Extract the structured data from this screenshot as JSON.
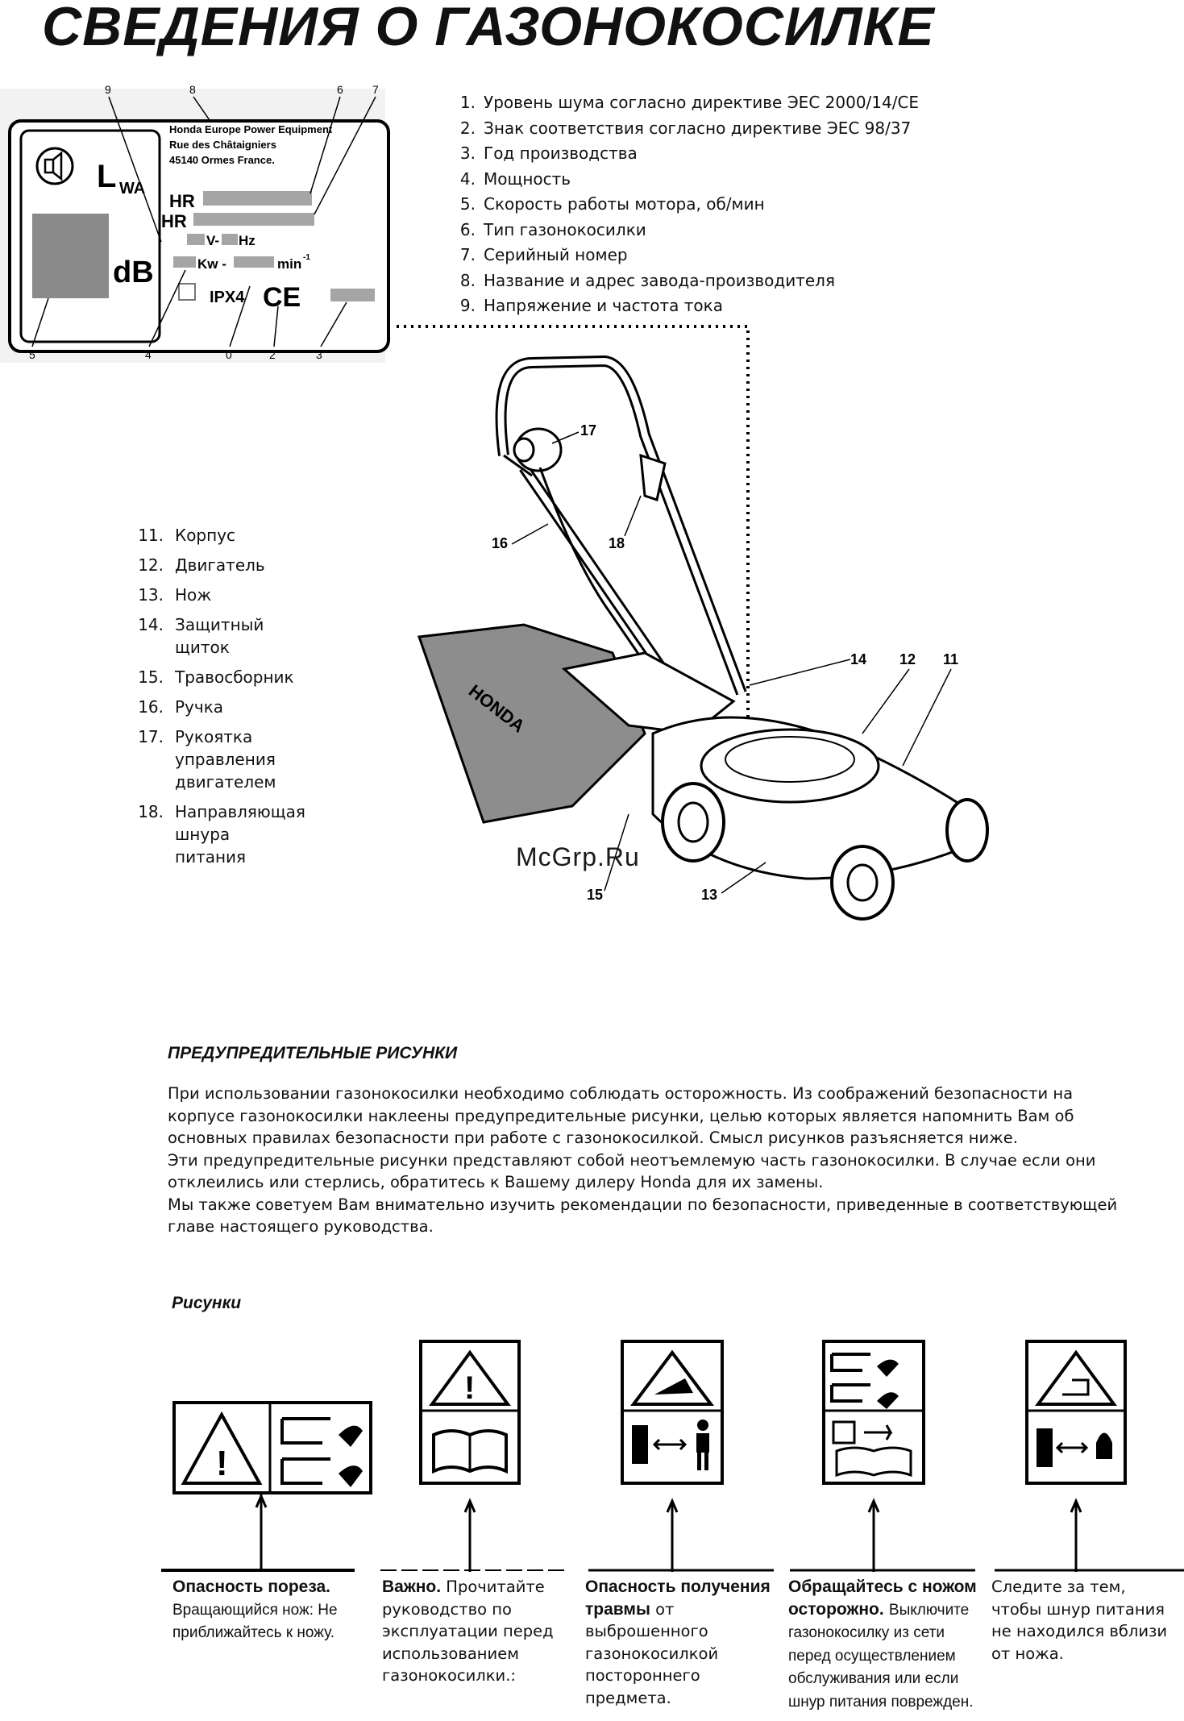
{
  "title": "СВЕДЕНИЯ О ГАЗОНОКОСИЛКЕ",
  "nameplate": {
    "company_lines": [
      "Honda Europe Power Equipment",
      "Rue des Châtaigniers",
      "45140 Ormes France."
    ],
    "lwa": "L",
    "lwa_sub": "WA",
    "db": "dB",
    "hr1": "HR",
    "hr2": "HR",
    "voltage": "V-",
    "hz": "Hz",
    "kw": "Kw -",
    "min": "min",
    "min_sup": "-1",
    "ipx": "IPX4",
    "ce": "CE",
    "callouts_top": [
      "9",
      "8",
      "6",
      "7"
    ],
    "callouts_bottom": [
      "5",
      "4",
      "0",
      "2",
      "3"
    ]
  },
  "plate_list": [
    {
      "num": "1.",
      "text": "Уровень шума согласно директиве ЭЕС 2000/14/CE"
    },
    {
      "num": "2.",
      "text": "Знак соответствия согласно директиве ЭЕС 98/37"
    },
    {
      "num": "3.",
      "text": "Год производства"
    },
    {
      "num": "4.",
      "text": "Мощность"
    },
    {
      "num": "5.",
      "text": "Скорость работы мотора, об/мин"
    },
    {
      "num": "6.",
      "text": "Тип газонокосилки"
    },
    {
      "num": "7.",
      "text": "Серийный номер"
    },
    {
      "num": "8.",
      "text": "Название и адрес завода-производителя"
    },
    {
      "num": "9.",
      "text": "Напряжение и частота тока"
    }
  ],
  "parts_list": [
    {
      "num": "11.",
      "text": "Корпус"
    },
    {
      "num": "12.",
      "text": "Двигатель"
    },
    {
      "num": "13.",
      "text": "Нож"
    },
    {
      "num": "14.",
      "text": "Защитный щиток"
    },
    {
      "num": "15.",
      "text": "Травосборник"
    },
    {
      "num": "16.",
      "text": "Ручка"
    },
    {
      "num": "17.",
      "text": "Рукоятка управления двигателем"
    },
    {
      "num": "18.",
      "text": "Направляющая шнура питания"
    }
  ],
  "mower_callouts": {
    "c17": "17",
    "c16": "16",
    "c18": "18",
    "c14": "14",
    "c12": "12",
    "c11": "11",
    "c15": "15",
    "c13": "13",
    "brand": "HONDA"
  },
  "watermark": "McGrp.Ru",
  "warnings_heading": "ПРЕДУПРЕДИТЕЛЬНЫЕ РИСУНКИ",
  "intro_paragraphs": [
    "При использовании газонокосилки необходимо соблюдать осторожность. Из соображений безопасности на корпусе газонокосилки наклеены предупредительные рисунки, целью которых является напомнить Вам об основных правилах безопасности при работе с газонокосилкой. Смысл рисунков разъясняется ниже.",
    "Эти предупредительные рисунки представляют собой неотъемлемую часть газонокосилки. В случае если они отклеились или стерлись, обратитесь к Вашему дилеру Honda для их замены.",
    "Мы также советуем Вам внимательно изучить рекомендации по безопасности, приведенные в соответствующей главе настоящего руководства."
  ],
  "figures_heading": "Рисунки",
  "captions": [
    {
      "bold": "Опасность пореза.",
      "rest": "Вращающийся нож: Не приближайтесь к ножу."
    },
    {
      "bold": "Важно.",
      "rest": "Прочитайте руководство по эксплуатации перед использованием газонокосилки.:"
    },
    {
      "bold": "Опасность получения травмы",
      "rest": "от выброшенного газонокосилкой постороннего предмета."
    },
    {
      "bold": "Обращайтесь с ножом осторожно.",
      "rest": "Выключите газонокосилку из сети перед осуществлением обслуживания или если шнур питания поврежден."
    },
    {
      "bold": "",
      "rest": "Следите за тем, чтобы шнур питания не находился вблизи от ножа."
    }
  ]
}
